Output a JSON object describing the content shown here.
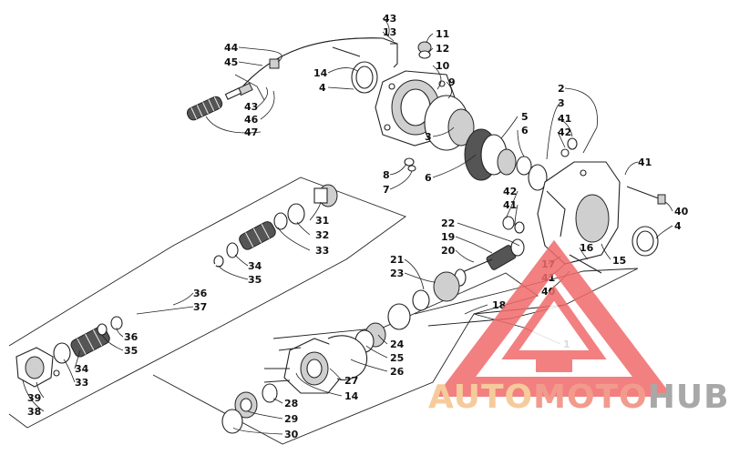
{
  "callouts": [
    {
      "id": "c44a",
      "text": "44"
    },
    {
      "id": "c45",
      "text": "45"
    },
    {
      "id": "c43a",
      "text": "43"
    },
    {
      "id": "c46",
      "text": "46"
    },
    {
      "id": "c47",
      "text": "47"
    },
    {
      "id": "c43b",
      "text": "43"
    },
    {
      "id": "c13",
      "text": "13"
    },
    {
      "id": "c11",
      "text": "11"
    },
    {
      "id": "c12",
      "text": "12"
    },
    {
      "id": "c10",
      "text": "10"
    },
    {
      "id": "c9",
      "text": "9"
    },
    {
      "id": "c14a",
      "text": "14"
    },
    {
      "id": "c4a",
      "text": "4"
    },
    {
      "id": "c2",
      "text": "2"
    },
    {
      "id": "c3a",
      "text": "3"
    },
    {
      "id": "c41a",
      "text": "41"
    },
    {
      "id": "c42a",
      "text": "42"
    },
    {
      "id": "c5",
      "text": "5"
    },
    {
      "id": "c6a",
      "text": "6"
    },
    {
      "id": "c3b",
      "text": "3"
    },
    {
      "id": "c6b",
      "text": "6"
    },
    {
      "id": "c8",
      "text": "8"
    },
    {
      "id": "c7",
      "text": "7"
    },
    {
      "id": "c41b",
      "text": "41"
    },
    {
      "id": "c42b",
      "text": "42"
    },
    {
      "id": "c41c",
      "text": "41"
    },
    {
      "id": "c40a",
      "text": "40"
    },
    {
      "id": "c4b",
      "text": "4"
    },
    {
      "id": "c22",
      "text": "22"
    },
    {
      "id": "c19",
      "text": "19"
    },
    {
      "id": "c20",
      "text": "20"
    },
    {
      "id": "c16",
      "text": "16"
    },
    {
      "id": "c15",
      "text": "15"
    },
    {
      "id": "c17",
      "text": "17"
    },
    {
      "id": "c41d",
      "text": "41"
    },
    {
      "id": "c40b",
      "text": "40"
    },
    {
      "id": "c21",
      "text": "21"
    },
    {
      "id": "c23",
      "text": "23"
    },
    {
      "id": "c18",
      "text": "18"
    },
    {
      "id": "c1",
      "text": "1"
    },
    {
      "id": "c31",
      "text": "31"
    },
    {
      "id": "c32",
      "text": "32"
    },
    {
      "id": "c33a",
      "text": "33"
    },
    {
      "id": "c34a",
      "text": "34"
    },
    {
      "id": "c35a",
      "text": "35"
    },
    {
      "id": "c36a",
      "text": "36"
    },
    {
      "id": "c37",
      "text": "37"
    },
    {
      "id": "c36b",
      "text": "36"
    },
    {
      "id": "c35b",
      "text": "35"
    },
    {
      "id": "c34b",
      "text": "34"
    },
    {
      "id": "c33b",
      "text": "33"
    },
    {
      "id": "c39",
      "text": "39"
    },
    {
      "id": "c38",
      "text": "38"
    },
    {
      "id": "c24",
      "text": "24"
    },
    {
      "id": "c25",
      "text": "25"
    },
    {
      "id": "c26",
      "text": "26"
    },
    {
      "id": "c27",
      "text": "27"
    },
    {
      "id": "c14b",
      "text": "14"
    },
    {
      "id": "c28",
      "text": "28"
    },
    {
      "id": "c29",
      "text": "29"
    },
    {
      "id": "c30",
      "text": "30"
    }
  ],
  "watermark": {
    "part1": "AUTO",
    "part2": "MOTO",
    "part3": "HUB",
    "colors": {
      "auto": "#f5c28a",
      "moto": "#f08a7a",
      "hub": "#9a9a9a",
      "triangle": "#f06a6a"
    }
  }
}
